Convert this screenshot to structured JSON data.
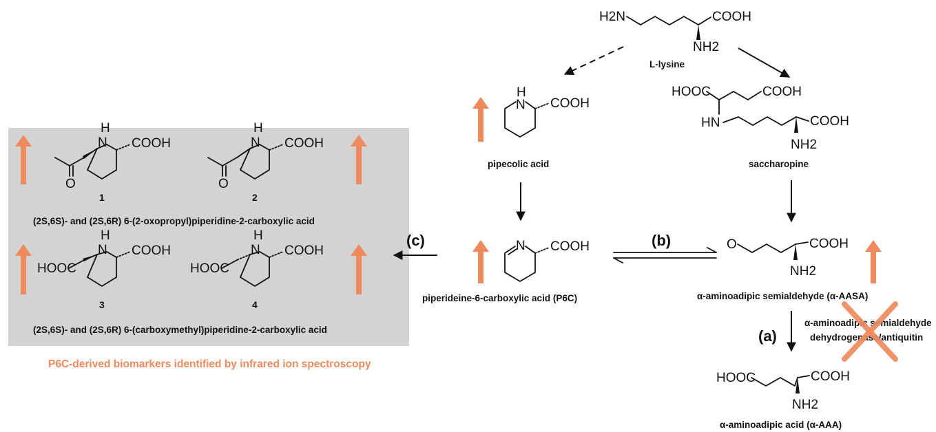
{
  "colors": {
    "accent": "#ee8a5d",
    "panel": "#d3d3d3",
    "ink": "#111111"
  },
  "lysine": {
    "nh2_left": "H2N",
    "cooh": "COOH",
    "nh2": "NH2",
    "name": "L-lysine"
  },
  "pipecolic": {
    "nh": "H",
    "n": "N",
    "cooh": "COOH",
    "name": "pipecolic acid"
  },
  "saccharopine": {
    "cooh_a": "HOOC",
    "cooh_b": "COOH",
    "hn": "HN",
    "cooh_c": "COOH",
    "nh2": "NH2",
    "name": "saccharopine"
  },
  "p6c": {
    "n": "N",
    "cooh": "COOH",
    "name": "piperideine-6-carboxylic acid (P6C)"
  },
  "aasa": {
    "o": "O",
    "cooh": "COOH",
    "nh2": "NH2",
    "name": "α-aminoadipic semialdehyde (α-AASA)"
  },
  "aaa": {
    "hooc": "HOOC",
    "cooh": "COOH",
    "nh2": "NH2",
    "name": "α-aminoadipic acid (α-AAA)"
  },
  "enzyme": {
    "line1": "α-aminoadipic semialdehyde",
    "line2": "dehydrogenase/antiquitin"
  },
  "steps": {
    "a": "(a)",
    "b": "(b)",
    "c": "(c)"
  },
  "biomarkers": {
    "compound1": {
      "number": "1",
      "o": "O",
      "h": "H",
      "n": "N",
      "cooh": "COOH"
    },
    "compound2": {
      "number": "2",
      "o": "O",
      "h": "H",
      "n": "N",
      "cooh": "COOH"
    },
    "compound3": {
      "number": "3",
      "hooc": "HOOC",
      "h": "H",
      "n": "N",
      "cooh": "COOH"
    },
    "compound4": {
      "number": "4",
      "hooc": "HOOC",
      "h": "H",
      "n": "N",
      "cooh": "COOH"
    },
    "row1_label": "(2S,6S)- and (2S,6R) 6-(2-oxopropyl)piperidine-2-carboxylic acid",
    "row2_label": "(2S,6S)- and (2S,6R) 6-(carboxymethyl)piperidine-2-carboxylic acid",
    "caption": "P6C-derived biomarkers identified by infrared ion spectroscopy"
  }
}
